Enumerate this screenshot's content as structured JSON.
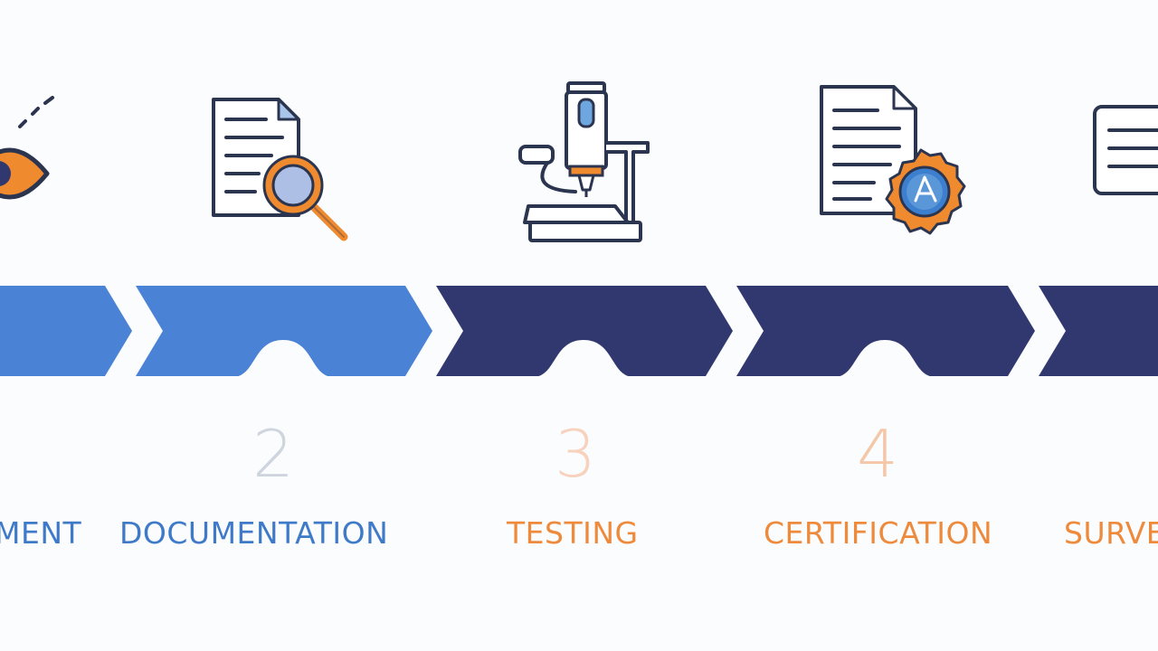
{
  "colors": {
    "background": "#fbfcfd",
    "light_blue": "#4a82d6",
    "dark_navy": "#31386f",
    "orange": "#f08a2e",
    "icon_stroke": "#2c3550",
    "blue_label": "#3f7ac8",
    "orange_label": "#ee8a3c",
    "num_2": "#cfd5df",
    "num_3": "#f7d2bf",
    "num_4": "#f5c7a9"
  },
  "steps": [
    {
      "icon": "eye-icon",
      "label": "MENT",
      "number": ""
    },
    {
      "icon": "document-search-icon",
      "label": "DOCUMENTATION",
      "number": "2"
    },
    {
      "icon": "microscope-icon",
      "label": "TESTING",
      "number": "3"
    },
    {
      "icon": "certificate-document-icon",
      "label": "CERTIFICATION",
      "number": "4"
    },
    {
      "icon": "document-icon",
      "label": "SURVE",
      "number": ""
    }
  ]
}
